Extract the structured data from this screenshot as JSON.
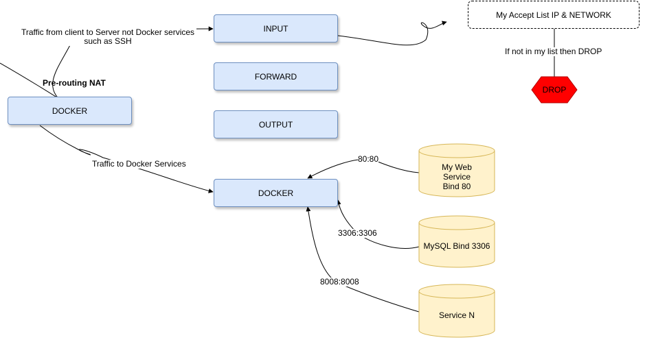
{
  "nodes": {
    "input": "INPUT",
    "forward": "FORWARD",
    "output": "OUTPUT",
    "docker_left": "DOCKER",
    "docker_main": "DOCKER",
    "accept_list": "My Accept List IP & NETWORK",
    "drop": "DROP"
  },
  "labels": {
    "pre_routing": "Pre-routing NAT",
    "traffic_non_docker": "Traffic  from client to Server not Docker services\nsuch as SSH",
    "traffic_docker": "Traffic to Docker Services",
    "not_in_list": "If not in my list then DROP",
    "port_web": "80:80",
    "port_mysql": "3306:3306",
    "port_service_n": "8008:8008"
  },
  "services": {
    "web": "My Web\nService\nBind 80",
    "mysql": "MySQL Bind 3306",
    "service_n": "Service N"
  },
  "colors": {
    "box_fill": "#dae8fc",
    "box_stroke": "#6c8ebf",
    "cylinder_fill": "#fff2cc",
    "cylinder_stroke": "#d6b656",
    "drop_fill": "#ff0000",
    "drop_stroke": "#b20000"
  }
}
